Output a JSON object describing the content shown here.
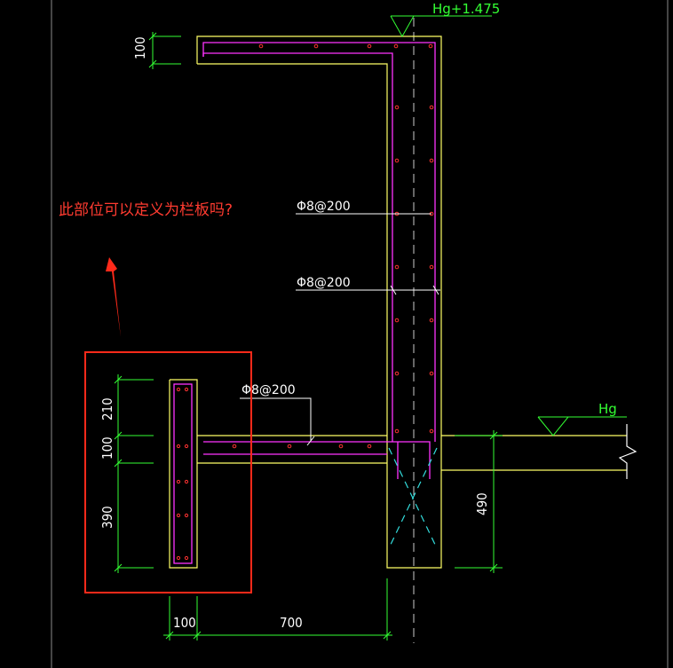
{
  "levels": {
    "top": "Hg+1.475",
    "slab": "Hg"
  },
  "question": "此部位可以定义为栏板吗?",
  "rebar_labels": [
    "Φ8@200",
    "Φ8@200",
    "Φ8@200"
  ],
  "dimensions": {
    "parapet_thickness": "100",
    "detail_top": "210",
    "detail_mid": "100",
    "detail_bottom": "390",
    "bottom_left": "100",
    "bottom_right": "700",
    "right_depth": "490"
  },
  "colors": {
    "concrete": "#ffff66",
    "rebar": "#ff33ff",
    "dots": "#ff3333",
    "dimension": "#33ff33",
    "highlight": "#ff2a1a",
    "centerline": "#33dddd"
  }
}
